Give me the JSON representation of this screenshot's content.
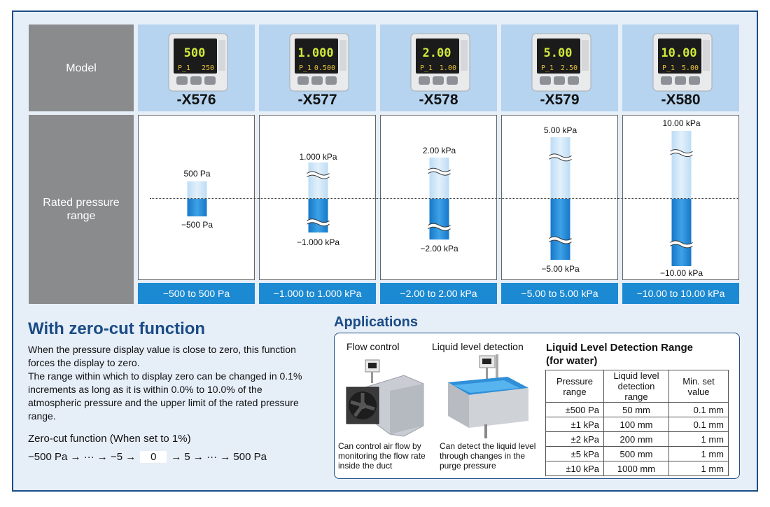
{
  "spec_table": {
    "model_label": "Model",
    "range_label": "Rated pressure range",
    "zero_label": "0",
    "columns": [
      {
        "model": "-X576",
        "display_main": "500",
        "display_sub_left": "P_1",
        "display_sub_right": "250",
        "top_label": "500 Pa",
        "bottom_label": "−500 Pa",
        "range": "−500 to 500 Pa"
      },
      {
        "model": "-X577",
        "display_main": "1.000",
        "display_sub_left": "P_1",
        "display_sub_right": "0.500",
        "top_label": "1.000 kPa",
        "bottom_label": "−1.000 kPa",
        "range": "−1.000 to 1.000 kPa"
      },
      {
        "model": "-X578",
        "display_main": "2.00",
        "display_sub_left": "P_1",
        "display_sub_right": "1.00",
        "top_label": "2.00 kPa",
        "bottom_label": "−2.00 kPa",
        "range": "−2.00 to 2.00 kPa"
      },
      {
        "model": "-X579",
        "display_main": "5.00",
        "display_sub_left": "P_1",
        "display_sub_right": "2.50",
        "top_label": "5.00 kPa",
        "bottom_label": "−5.00 kPa",
        "range": "−5.00 to 5.00 kPa"
      },
      {
        "model": "-X580",
        "display_main": "10.00",
        "display_sub_left": "P_1",
        "display_sub_right": "5.00",
        "top_label": "10.00 kPa",
        "bottom_label": "−10.00 kPa",
        "range": "−10.00 to 10.00 kPa"
      }
    ]
  },
  "zero_cut": {
    "title": "With zero-cut function",
    "para1": "When the pressure display value is close to zero, this function forces the display to zero.",
    "para2": "The range within which to display zero can be changed in 0.1% increments as long as it is within 0.0% to 10.0% of the atmospheric pressure and the upper limit of the rated pressure range.",
    "example_title": "Zero-cut function (When set to 1%)",
    "seq_before": "−500 Pa → ··· → −5 →",
    "seq_zero": "0",
    "seq_after": "→ 5 → ··· → 500 Pa"
  },
  "applications": {
    "title": "Applications",
    "flow": {
      "title": "Flow control",
      "caption": "Can control air flow by monitoring the flow rate inside the duct"
    },
    "level": {
      "title": "Liquid level detection",
      "caption": "Can detect the liquid level through changes in the purge pressure"
    },
    "table": {
      "title_line1": "Liquid Level Detection Range",
      "title_line2": "(for water)",
      "headers": [
        "Pressure range",
        "Liquid level detection range",
        "Min. set value"
      ],
      "rows": [
        [
          "±500 Pa",
          "50 mm",
          "0.1 mm"
        ],
        [
          "±1 kPa",
          "100 mm",
          "0.1 mm"
        ],
        [
          "±2 kPa",
          "200 mm",
          "1 mm"
        ],
        [
          "±5 kPa",
          "500 mm",
          "1 mm"
        ],
        [
          "±10 kPa",
          "1000 mm",
          "1 mm"
        ]
      ]
    }
  }
}
